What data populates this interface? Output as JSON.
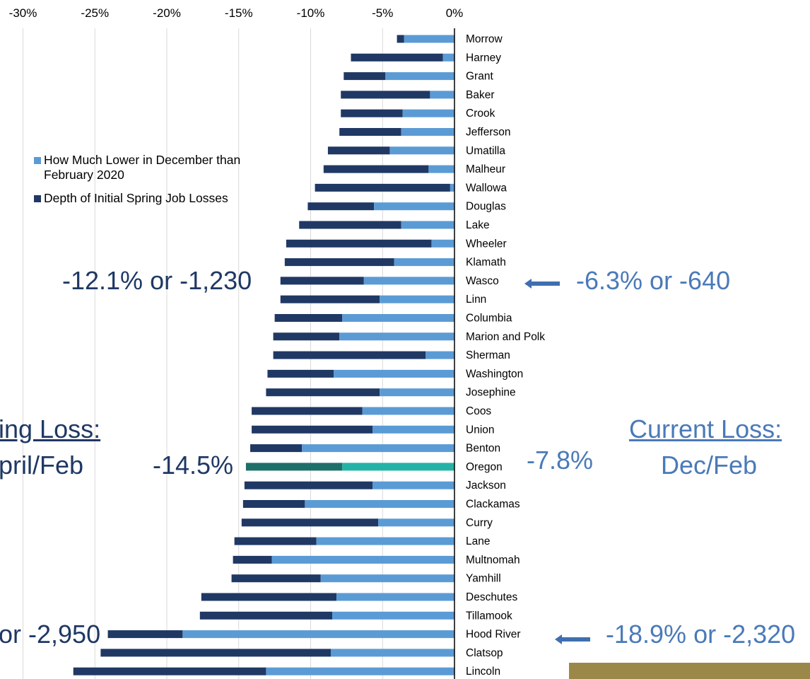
{
  "chart_data": {
    "type": "bar",
    "orientation": "horizontal",
    "x_axis_position": "top",
    "xlim": [
      -30,
      0
    ],
    "xticks": [
      "-30%",
      "-25%",
      "-20%",
      "-15%",
      "-10%",
      "-5%",
      "0%"
    ],
    "xtick_values": [
      -30,
      -25,
      -20,
      -15,
      -10,
      -5,
      0
    ],
    "grid": true,
    "legend_position": "left-middle",
    "categories": [
      "Morrow",
      "Harney",
      "Grant",
      "Baker",
      "Crook",
      "Jefferson",
      "Umatilla",
      "Malheur",
      "Wallowa",
      "Douglas",
      "Lake",
      "Wheeler",
      "Klamath",
      "Wasco",
      "Linn",
      "Columbia",
      "Marion and Polk",
      "Sherman",
      "Washington",
      "Josephine",
      "Coos",
      "Union",
      "Benton",
      "Oregon",
      "Jackson",
      "Clackamas",
      "Curry",
      "Lane",
      "Multnomah",
      "Yamhill",
      "Deschutes",
      "Tillamook",
      "Hood River",
      "Clatsop",
      "Lincoln"
    ],
    "series": [
      {
        "name": "How Much Lower in December than February 2020",
        "color": "#5b9bd5",
        "values": [
          -3.5,
          -0.8,
          -4.8,
          -1.7,
          -3.6,
          -3.7,
          -4.5,
          -1.8,
          -0.3,
          -5.6,
          -3.7,
          -1.6,
          -4.2,
          -6.3,
          -5.2,
          -7.8,
          -8.0,
          -2.0,
          -8.4,
          -5.2,
          -6.4,
          -5.7,
          -10.6,
          -7.8,
          -5.7,
          -10.4,
          -5.3,
          -9.6,
          -12.7,
          -9.3,
          -8.2,
          -8.5,
          -18.9,
          -8.6,
          -13.1
        ]
      },
      {
        "name": "Depth of Initial Spring Job Losses",
        "color": "#203864",
        "values": [
          -4.0,
          -7.2,
          -7.7,
          -7.9,
          -7.9,
          -8.0,
          -8.8,
          -9.1,
          -9.7,
          -10.2,
          -10.8,
          -11.7,
          -11.8,
          -12.1,
          -12.1,
          -12.5,
          -12.6,
          -12.6,
          -13.0,
          -13.1,
          -14.1,
          -14.1,
          -14.2,
          -14.5,
          -14.6,
          -14.7,
          -14.8,
          -15.3,
          -15.4,
          -15.5,
          -17.6,
          -17.7,
          -24.1,
          -24.6,
          -26.5
        ]
      }
    ],
    "highlight": {
      "category": "Oregon",
      "dark_color": "#1d6f6a",
      "light_color": "#23b3a6"
    }
  },
  "legend": {
    "items": [
      {
        "label": "How Much Lower in December than February 2020",
        "color": "#5b9bd5"
      },
      {
        "label": "Depth of Initial Spring Job Losses",
        "color": "#203864"
      }
    ]
  },
  "annotations": {
    "wasco_spring": "-12.1% or -1,230",
    "wasco_current": "-6.3% or -640",
    "spring_loss_title": "ing Loss:",
    "spring_loss_sub": "pril/Feb",
    "oregon_spring": "-14.5%",
    "oregon_current": "-7.8%",
    "current_loss_title": "Current Loss:",
    "current_loss_sub": "Dec/Feb",
    "hood_spring": "or -2,950",
    "hood_current": "-18.9% or -2,320"
  },
  "colors": {
    "dark_text": "#1f3864",
    "light_text": "#4a7ab8",
    "arrow": "#3f6fb0",
    "gold": "#9b8848"
  }
}
